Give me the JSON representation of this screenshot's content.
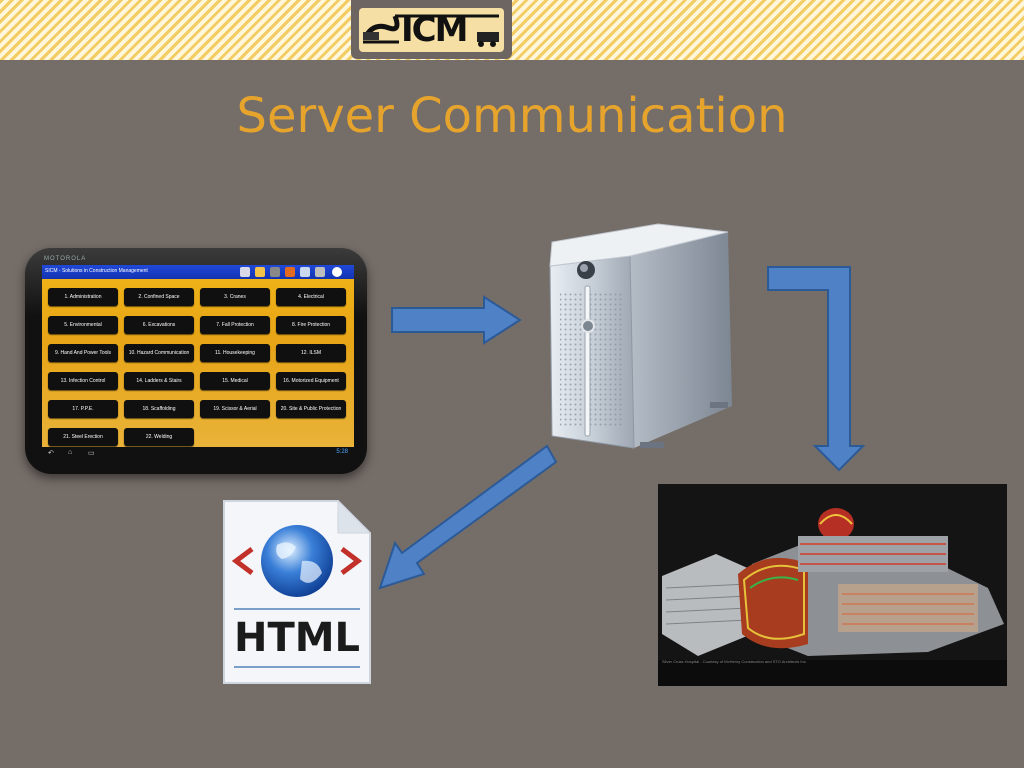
{
  "logo": {
    "text": "ICM"
  },
  "slide": {
    "title": "Server Communication"
  },
  "tablet": {
    "brand": "MOTOROLA",
    "app_title": "SICM - Solutions in Construction Management",
    "clock": "5:28",
    "menu": [
      "1.  Administration",
      "2.  Confined Space",
      "3.  Cranes",
      "4.  Electrical",
      "5.  Environmental",
      "6.  Excavations",
      "7.  Fall Protection",
      "8.  Fire Protection",
      "9.  Hand And Power Tools",
      "10.  Hazard Communication",
      "11. Housekeeping",
      "12. ILSM",
      "13. Infection Control",
      "14. Ladders & Stairs",
      "15. Medical",
      "16. Motorized Equipment",
      "17. P.P.E.",
      "18. Scaffolding",
      "19. Scissor & Aerial",
      "20. Site & Public Protection",
      "21. Steel Erection",
      "22. Welding"
    ]
  },
  "document": {
    "label": "HTML"
  },
  "model": {
    "caption": "Silver Cross Hospital - Courtesy of McHenry Construction and STO Architects Inc."
  },
  "icons": [
    "server-icon",
    "html-document-icon",
    "globe-icon",
    "arrow-right-icon",
    "arrow-down-icon",
    "arrow-down-left-icon"
  ],
  "colors": {
    "background": "#756d68",
    "title": "#e7a42d",
    "arrow": "#4f81c7",
    "arrow_border": "#2c5a97"
  }
}
